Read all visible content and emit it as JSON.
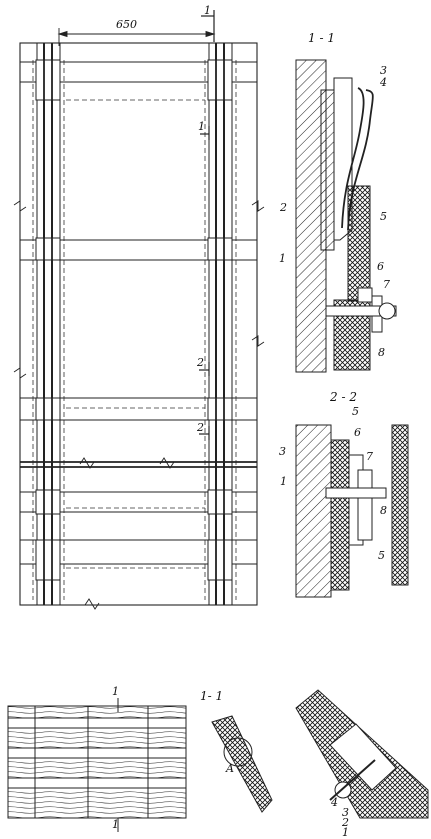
{
  "dimension": "650",
  "section_marks": {
    "top": "1",
    "side": "1",
    "mid_a": "2",
    "mid_b": "2",
    "bottom_top": "1",
    "bottom_bottom": "1"
  },
  "section_titles": {
    "section_1": "1 - 1",
    "section_2": "2 - 2",
    "bottom_section_1": "1- 1"
  },
  "callouts_section_1": [
    "1",
    "2",
    "3",
    "4",
    "5",
    "6",
    "7",
    "8"
  ],
  "callouts_section_2": [
    "1",
    "3",
    "5",
    "5",
    "6",
    "7",
    "8"
  ],
  "callouts_bottom_detail": [
    "1",
    "2",
    "3",
    "4"
  ],
  "detail_marker": "A"
}
